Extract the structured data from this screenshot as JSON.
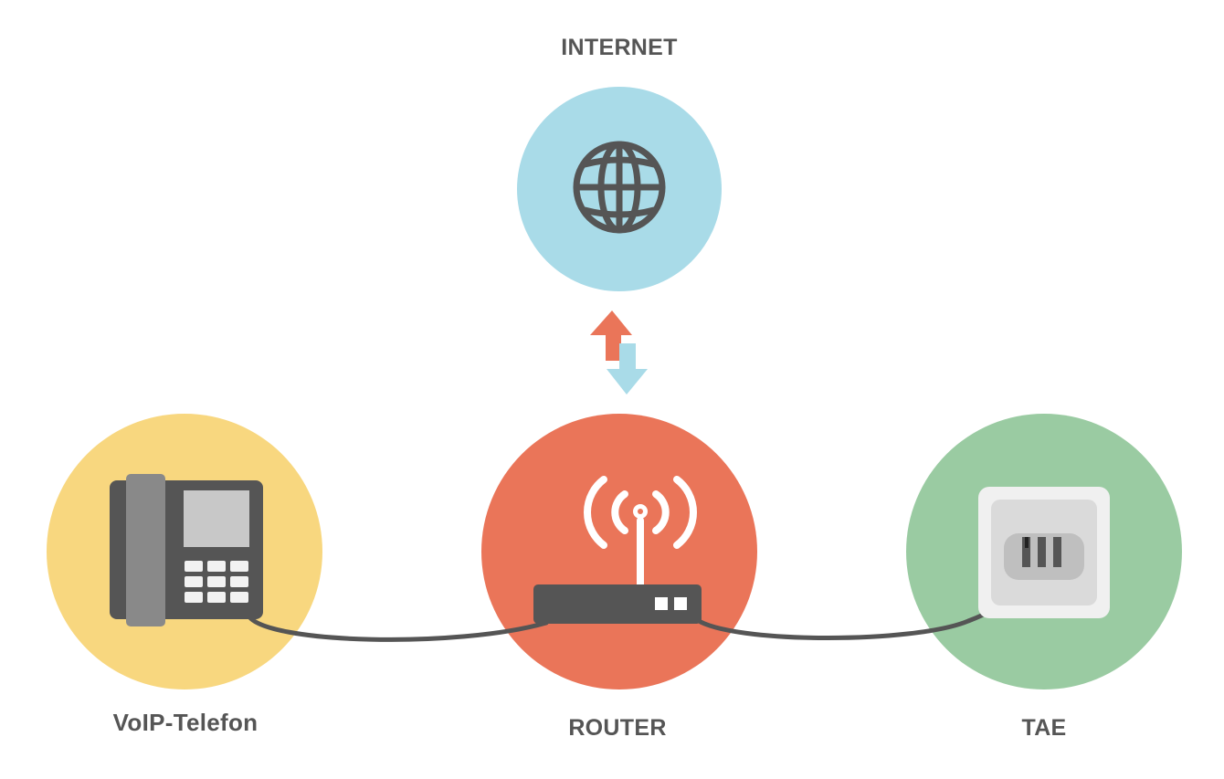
{
  "nodes": {
    "internet": {
      "label": "INTERNET",
      "color": "#a9dbe8",
      "icon": "globe-icon"
    },
    "voip": {
      "label": "VoIP-Telefon",
      "color": "#f8d77f",
      "icon": "desk-phone-icon"
    },
    "router": {
      "label": "ROUTER",
      "color": "#ea7559",
      "icon": "wifi-router-icon"
    },
    "tae": {
      "label": "TAE",
      "color": "#9acba2",
      "icon": "wall-socket-icon"
    }
  },
  "connections": {
    "upload_arrow_color": "#ea7559",
    "download_arrow_color": "#a9dbe8",
    "cable_color": "#555555"
  },
  "icon_dark_color": "#555555"
}
